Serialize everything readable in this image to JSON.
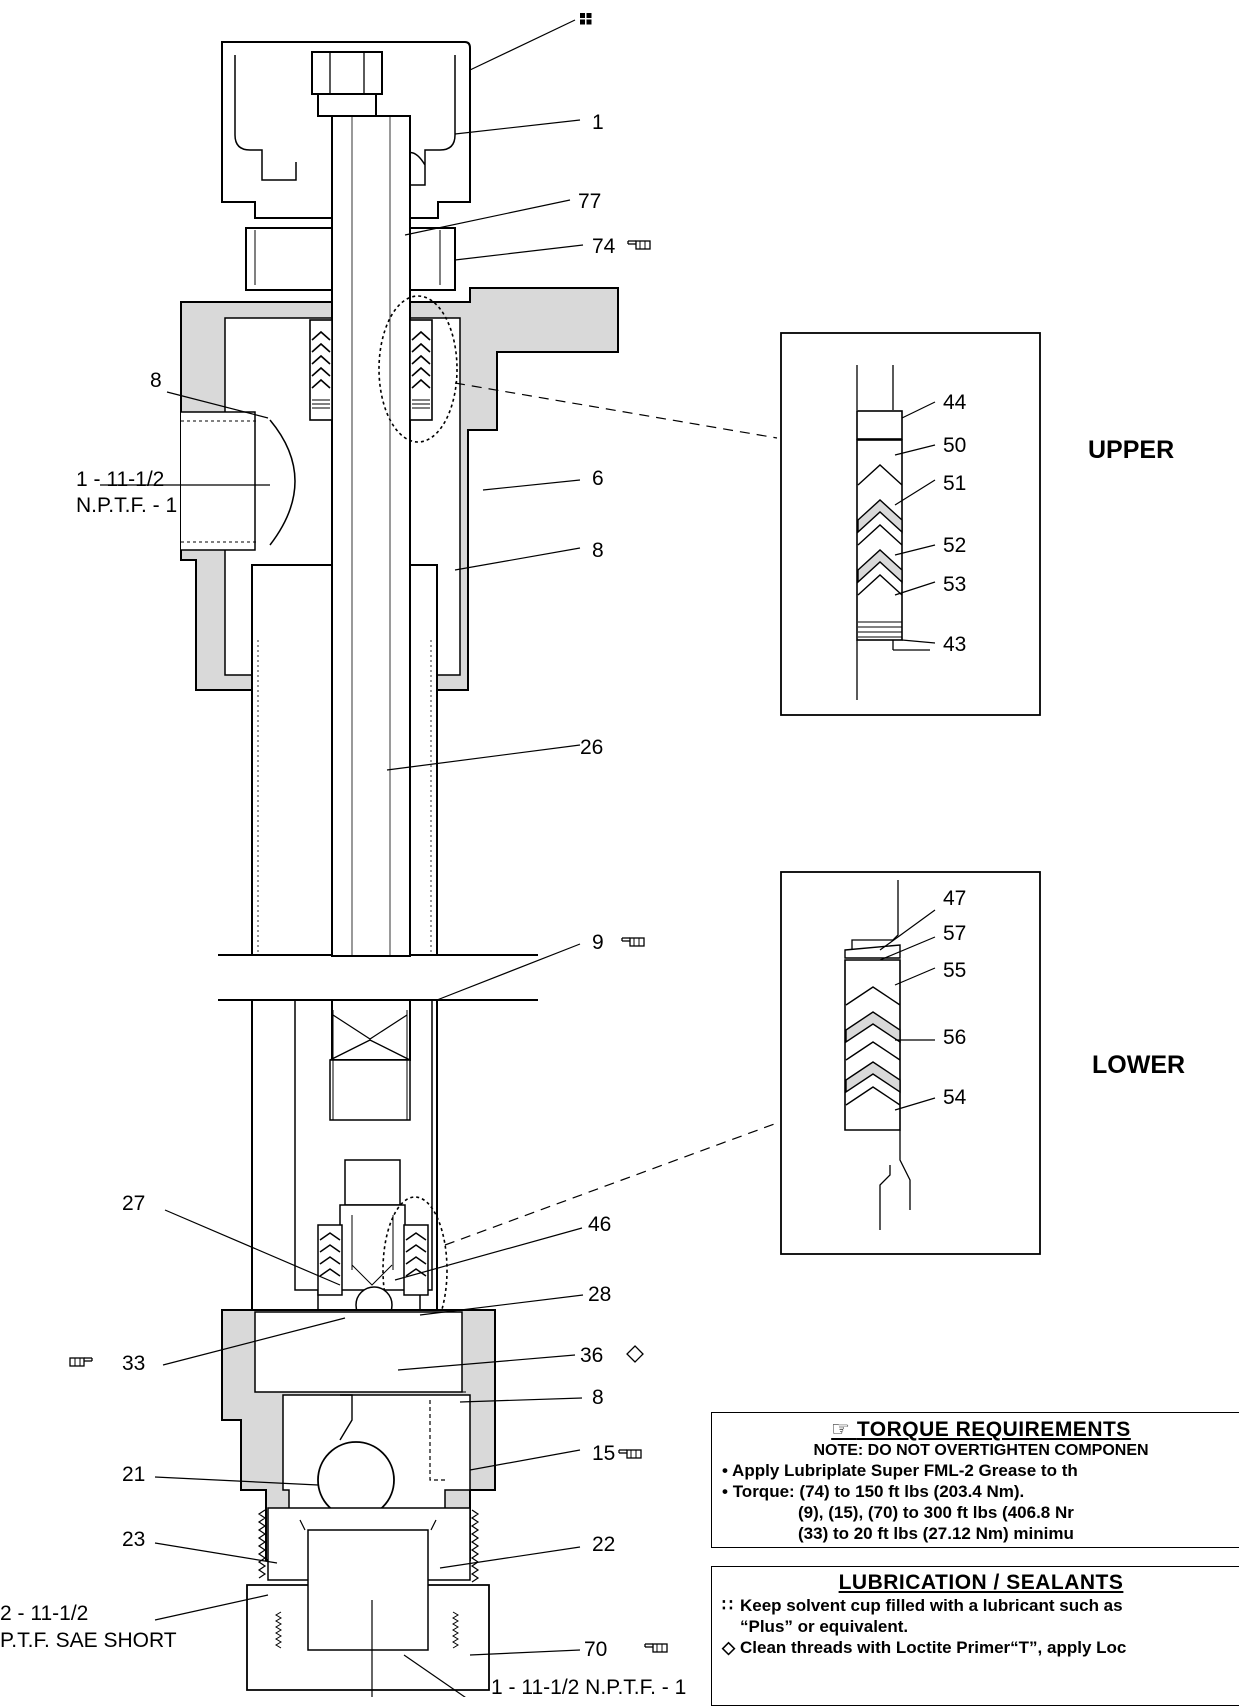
{
  "callouts": {
    "c_1": "1",
    "c_77": "77",
    "c_74": "74",
    "c_8a": "8",
    "c_6": "6",
    "c_8b": "8",
    "c_26": "26",
    "c_9": "9",
    "c_46": "46",
    "c_27": "27",
    "c_28": "28",
    "c_33": "33",
    "c_36": "36",
    "c_8c": "8",
    "c_21": "21",
    "c_15": "15",
    "c_23": "23",
    "c_22": "22",
    "c_70": "70",
    "port_top_l1": "1 - 11-1/2",
    "port_top_l2": "N.P.T.F. - 1",
    "port_side_l1": "2 - 11-1/2",
    "port_side_l2": "P.T.F. SAE SHORT",
    "port_bottom": "1 - 11-1/2 N.P.T.F. - 1"
  },
  "upper_detail": {
    "title": "UPPER",
    "callouts": [
      "44",
      "50",
      "51",
      "52",
      "53",
      "43"
    ]
  },
  "lower_detail": {
    "title": "LOWER",
    "callouts": [
      "47",
      "57",
      "55",
      "56",
      "54"
    ]
  },
  "torque_box": {
    "title": "TORQUE REQUIREMENTS",
    "note": "NOTE: DO NOT OVERTIGHTEN COMPONEN",
    "line1": "Apply Lubriplate Super FML-2 Grease to th",
    "line2": "Torque:  (74) to 150 ft lbs (203.4 Nm).",
    "line3": "(9), (15), (70) to 300 ft lbs (406.8 Nr",
    "line4": "(33) to 20 ft lbs (27.12 Nm) minimu"
  },
  "lube_box": {
    "title": "LUBRICATION / SEALANTS",
    "line1": "Keep solvent cup filled with a lubricant such as",
    "line2": "“Plus” or equivalent.",
    "line3": "Clean threads with Loctite Primer“T”, apply Loc"
  },
  "icons": {
    "pointing_hand": "pointing-hand-icon",
    "finger_right": "finger-right-icon",
    "four_squares": "solvent-cup-icon",
    "diamond": "diamond-icon"
  },
  "colors": {
    "shading": "#d9d9d9",
    "line": "#000000"
  }
}
